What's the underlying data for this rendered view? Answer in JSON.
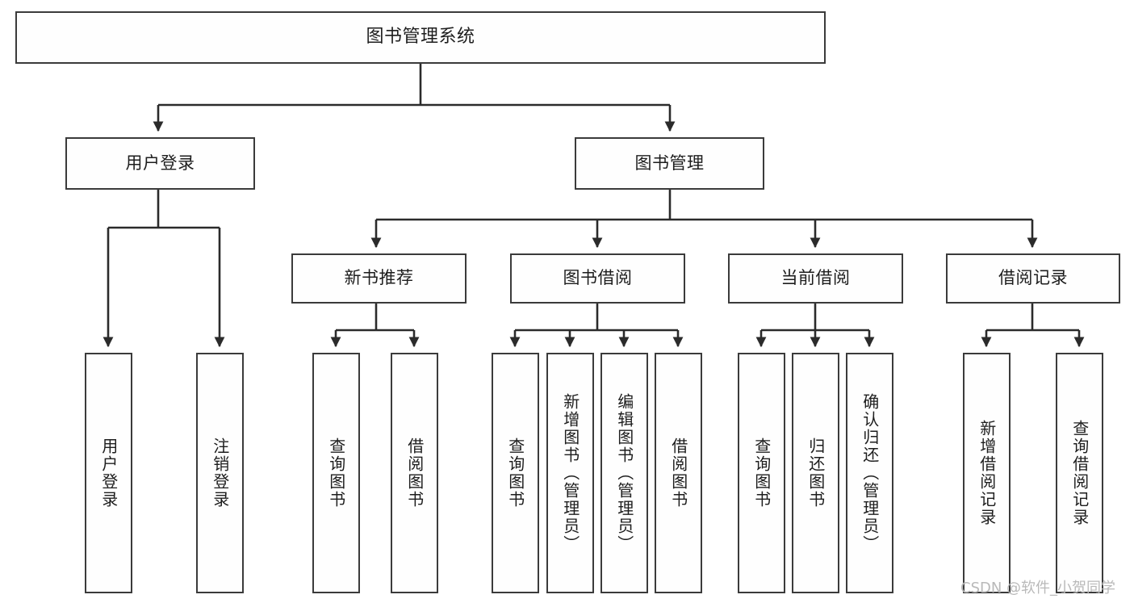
{
  "diagram": {
    "title": "图书管理系统",
    "type": "hierarchy-tree",
    "watermark": "CSDN @软件_小贺同学",
    "colors": {
      "box_border": "#3b3b3b",
      "box_fill": "#fefefe",
      "edge": "#2b2b2b",
      "text": "#1d1d1d",
      "watermark": "#b9b9b9"
    },
    "nodes": {
      "root": {
        "label": "图书管理系统"
      },
      "level2": [
        {
          "id": "user-login",
          "label": "用户登录"
        },
        {
          "id": "book-management",
          "label": "图书管理"
        }
      ],
      "level3": [
        {
          "id": "new-book-recommend",
          "label": "新书推荐"
        },
        {
          "id": "book-borrow",
          "label": "图书借阅"
        },
        {
          "id": "current-borrow",
          "label": "当前借阅"
        },
        {
          "id": "borrow-record",
          "label": "借阅记录"
        }
      ],
      "leaves": {
        "user_login": [
          {
            "id": "leaf-user-login",
            "label": "用户登录"
          },
          {
            "id": "leaf-logout-login",
            "label": "注销登录"
          }
        ],
        "new_book_recommend": [
          {
            "id": "leaf-query-book-1",
            "label": "查询图书"
          },
          {
            "id": "leaf-borrow-book-1",
            "label": "借阅图书"
          }
        ],
        "book_borrow": [
          {
            "id": "leaf-query-book-2",
            "label": "查询图书"
          },
          {
            "id": "leaf-add-book",
            "label": "新增图书（管理员）"
          },
          {
            "id": "leaf-edit-book",
            "label": "编辑图书（管理员）"
          },
          {
            "id": "leaf-borrow-book-2",
            "label": "借阅图书"
          }
        ],
        "current_borrow": [
          {
            "id": "leaf-query-book-3",
            "label": "查询图书"
          },
          {
            "id": "leaf-return-book",
            "label": "归还图书"
          },
          {
            "id": "leaf-confirm-return",
            "label": "确认归还（管理员）"
          }
        ],
        "borrow_record": [
          {
            "id": "leaf-add-record",
            "label": "新增借阅记录"
          },
          {
            "id": "leaf-query-record",
            "label": "查询借阅记录"
          }
        ]
      }
    }
  }
}
